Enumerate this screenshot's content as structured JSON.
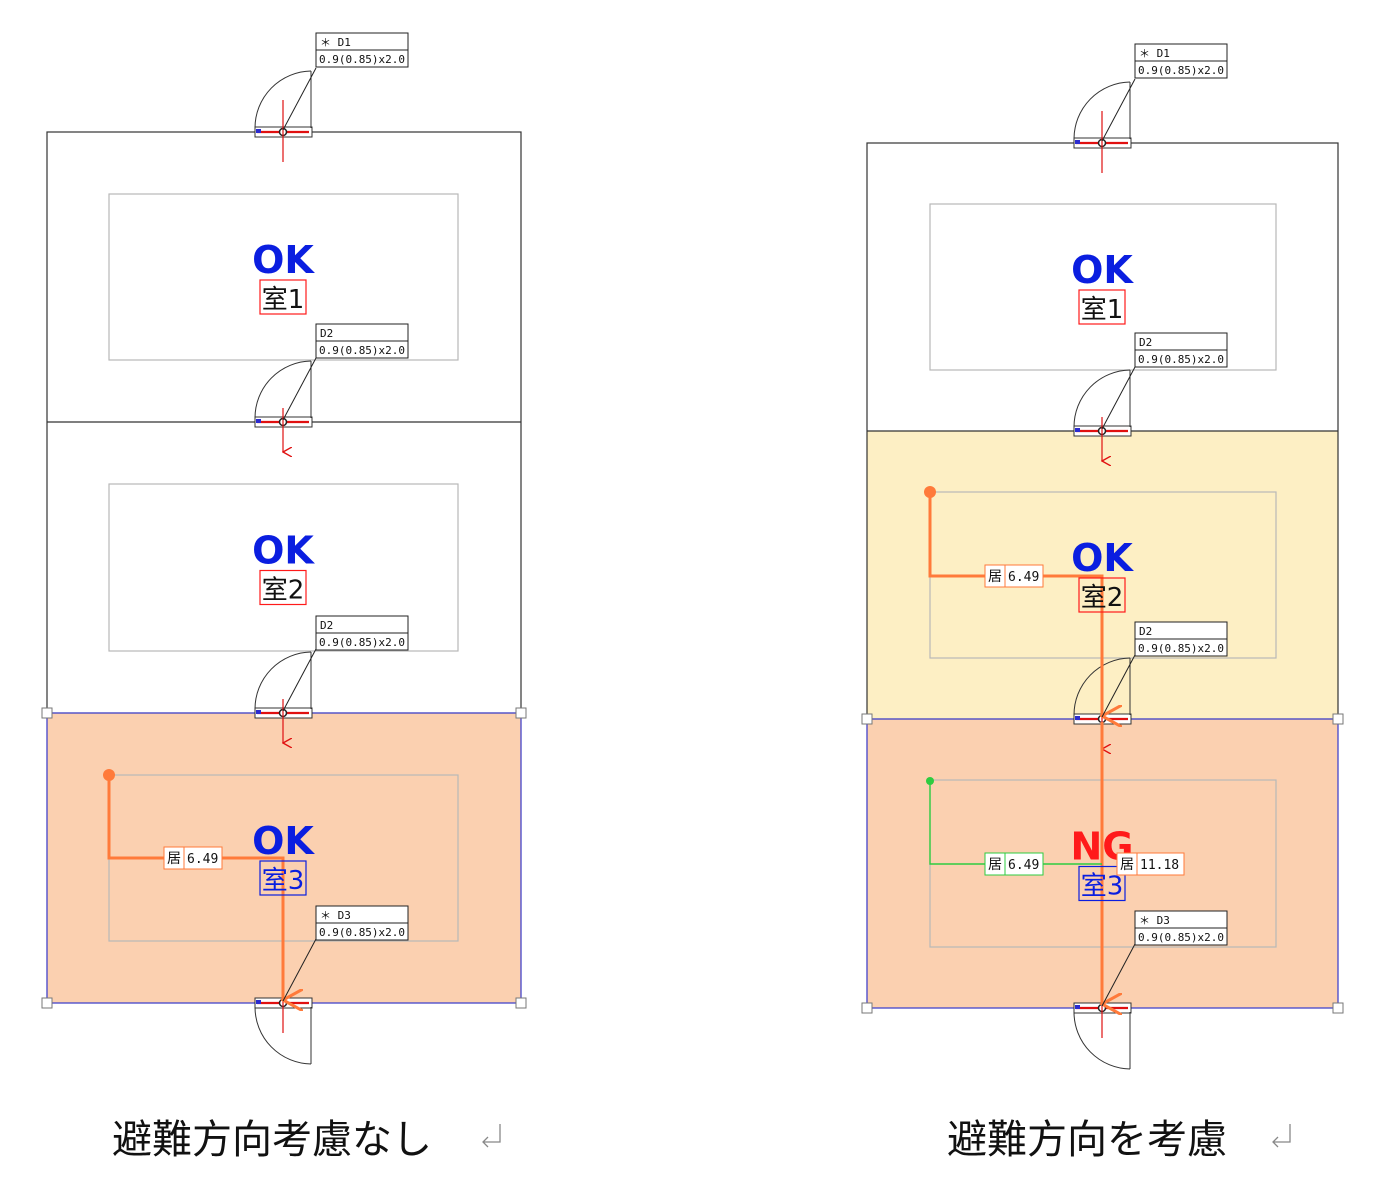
{
  "colors": {
    "wall": "#333333",
    "inner_frame": "#b8b8b8",
    "ok": "#0a1ee0",
    "ng": "#ff1a1a",
    "route": "#ff7a3a",
    "route_alt": "#2ecc40",
    "door_mark": "#e01010",
    "door_bar": "#2b2bd0",
    "selection": "#5050e0",
    "fill_selected": "#fbd0b0",
    "fill_warning": "#fdefc4"
  },
  "icons": {
    "return_mark": "return-arrow-icon"
  },
  "diagrams": [
    {
      "caption": "避難方向考慮なし",
      "doors": [
        {
          "id": "top",
          "tag": "＊ D1",
          "spec": "0.9(0.85)x2.0"
        },
        {
          "id": "mid1",
          "tag": "D2",
          "spec": "0.9(0.85)x2.0"
        },
        {
          "id": "mid2",
          "tag": "D2",
          "spec": "0.9(0.85)x2.0"
        },
        {
          "id": "bottom",
          "tag": "＊ D3",
          "spec": "0.9(0.85)x2.0"
        }
      ],
      "rooms": [
        {
          "name": "室1",
          "verdict": "OK",
          "highlight": "none",
          "selected": false
        },
        {
          "name": "室2",
          "verdict": "OK",
          "highlight": "none",
          "selected": false
        },
        {
          "name": "室3",
          "verdict": "OK",
          "highlight": "selected",
          "selected": true
        }
      ],
      "distances": [
        {
          "prefix": "居",
          "value": "6.49"
        }
      ]
    },
    {
      "caption": "避難方向を考慮",
      "doors": [
        {
          "id": "top",
          "tag": "＊ D1",
          "spec": "0.9(0.85)x2.0"
        },
        {
          "id": "mid1",
          "tag": "D2",
          "spec": "0.9(0.85)x2.0"
        },
        {
          "id": "mid2",
          "tag": "D2",
          "spec": "0.9(0.85)x2.0"
        },
        {
          "id": "bottom",
          "tag": "＊ D3",
          "spec": "0.9(0.85)x2.0"
        }
      ],
      "rooms": [
        {
          "name": "室1",
          "verdict": "OK",
          "highlight": "none",
          "selected": false
        },
        {
          "name": "室2",
          "verdict": "OK",
          "highlight": "warning",
          "selected": false
        },
        {
          "name": "室3",
          "verdict": "NG",
          "highlight": "selected",
          "selected": true
        }
      ],
      "distances": [
        {
          "prefix": "居",
          "value": "6.49"
        },
        {
          "prefix": "居",
          "value": "6.49"
        },
        {
          "prefix": "居",
          "value": "11.18"
        }
      ]
    }
  ]
}
